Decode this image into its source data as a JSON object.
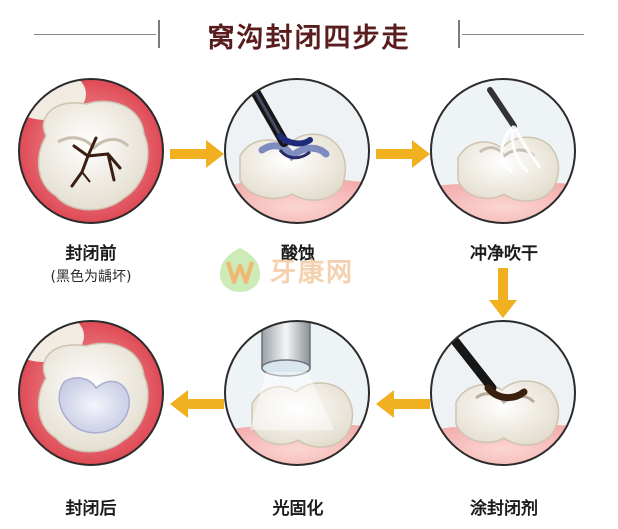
{
  "title": "窝沟封闭四步走",
  "watermark": {
    "text": "牙康网"
  },
  "steps": [
    {
      "label": "封闭前",
      "sub": "(黑色为龋坏)"
    },
    {
      "label": "酸蚀"
    },
    {
      "label": "冲净吹干"
    },
    {
      "label": "涂封闭剂"
    },
    {
      "label": "光固化"
    },
    {
      "label": "封闭后"
    }
  ],
  "colors": {
    "arrow": "#f0b020",
    "gum": "#e7545e",
    "tooth": "#f4efe6",
    "title": "#5a1d1d"
  }
}
